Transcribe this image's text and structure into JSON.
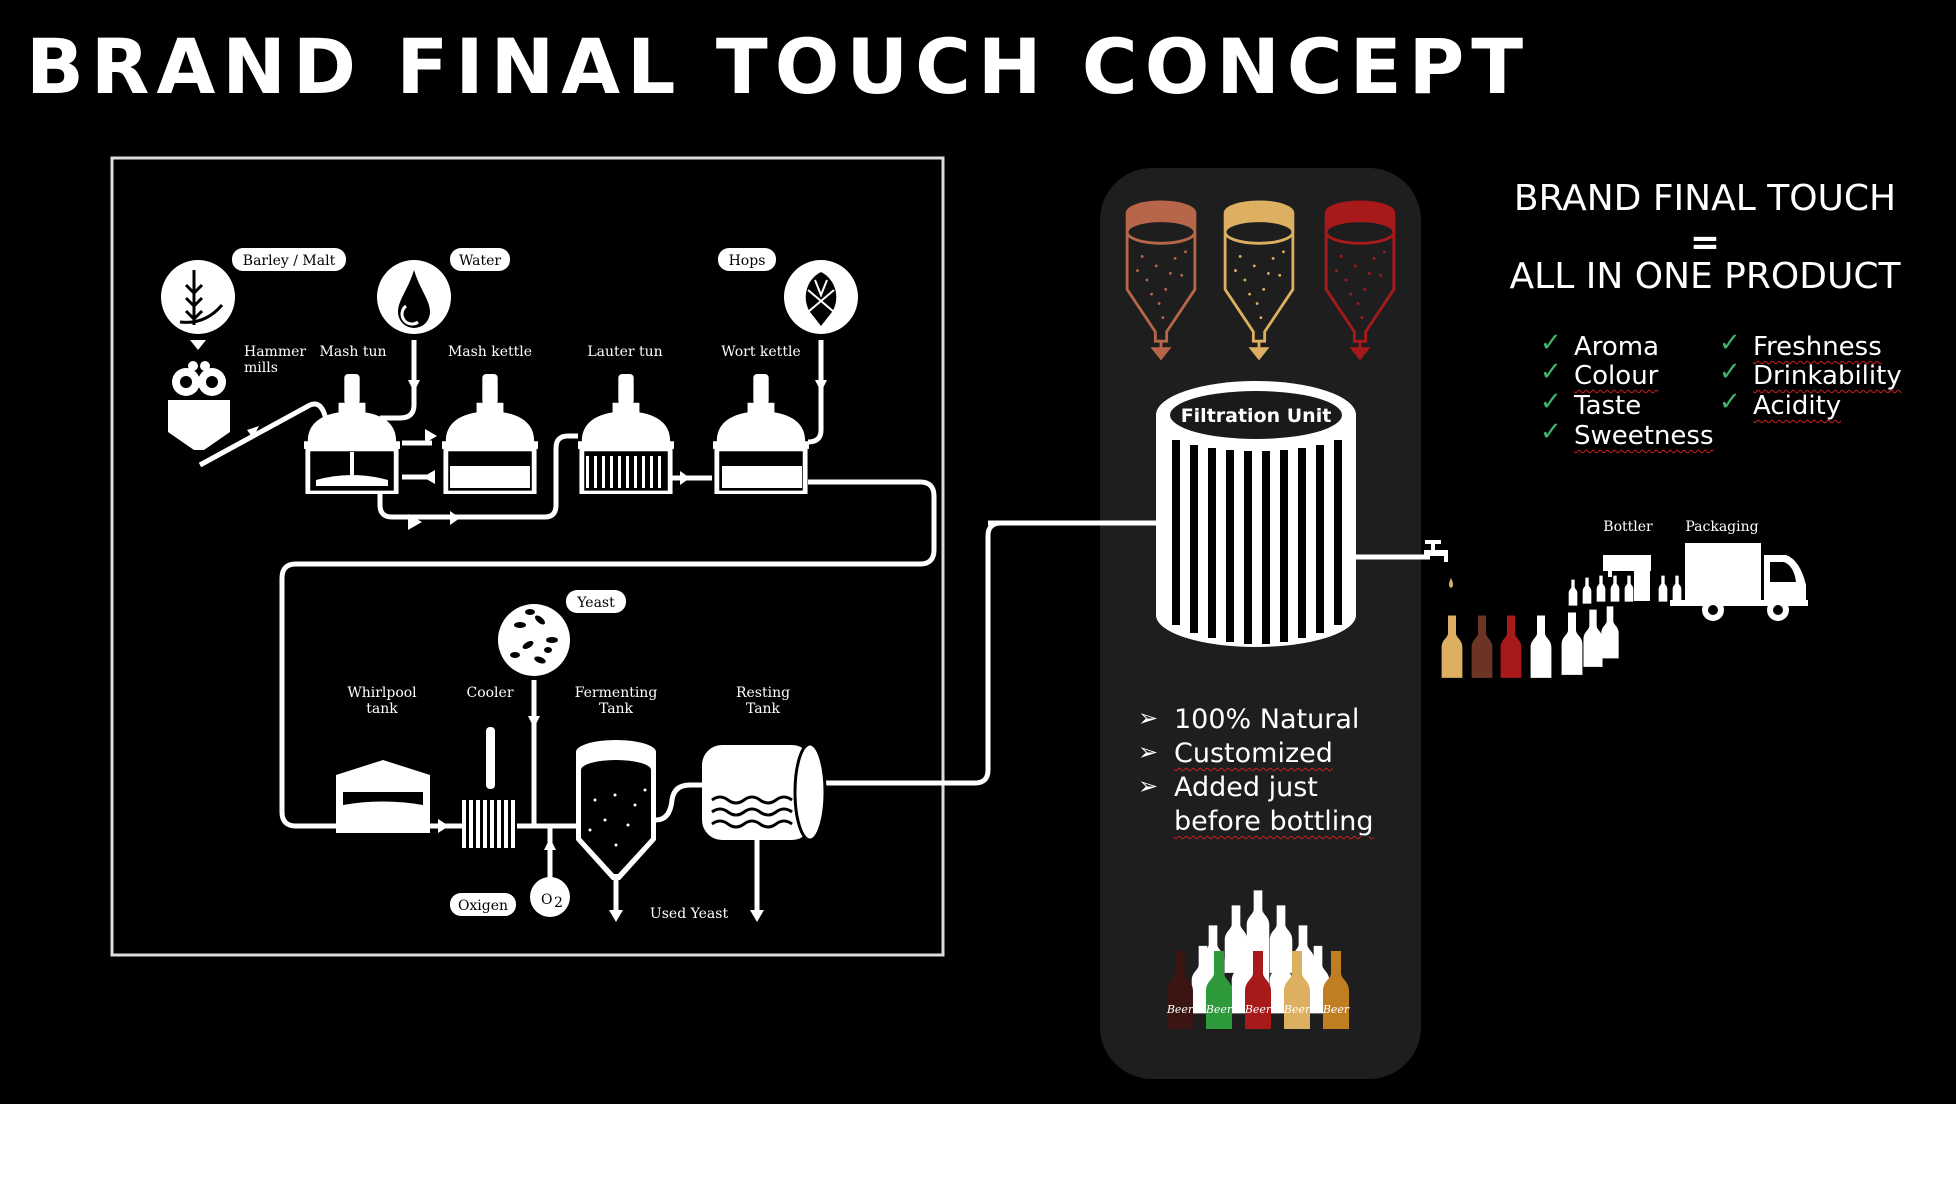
{
  "title": "BRAND FINAL TOUCH CONCEPT",
  "colors": {
    "tank_copper": "#b8664a",
    "tank_gold": "#dcb060",
    "tank_red": "#a8191a",
    "check_green": "#3fb46a",
    "panel_bg": "#1e1e1e"
  },
  "process": {
    "inputs": {
      "barley": "Barley / Malt",
      "water": "Water",
      "hops": "Hops",
      "yeast": "Yeast",
      "oxygen": "Oxigen",
      "o2": "O",
      "o2_sub": "2"
    },
    "stages": {
      "hammer_1": "Hammer",
      "hammer_2": "mills",
      "mash_tun": "Mash tun",
      "mash_kettle": "Mash kettle",
      "lauter_tun": "Lauter tun",
      "wort_kettle": "Wort kettle",
      "whirlpool_1": "Whirlpool",
      "whirlpool_2": "tank",
      "cooler": "Cooler",
      "fermenting_1": "Fermenting",
      "fermenting_2": "Tank",
      "resting_1": "Resting",
      "resting_2": "Tank",
      "used_yeast": "Used Yeast"
    }
  },
  "filtration": {
    "label": "Filtration Unit",
    "bullets": [
      "100% Natural",
      "Customized",
      "Added just",
      "before bottling"
    ],
    "bottle_label": "Beer"
  },
  "summary": {
    "line1": "BRAND FINAL TOUCH",
    "equals": "=",
    "line2": "ALL IN ONE PRODUCT",
    "col1": [
      "Aroma",
      "Colour",
      "Taste",
      "Sweetness"
    ],
    "col2": [
      "Freshness",
      "Drinkability",
      "Acidity"
    ]
  },
  "output": {
    "bottler": "Bottler",
    "packaging": "Packaging"
  }
}
